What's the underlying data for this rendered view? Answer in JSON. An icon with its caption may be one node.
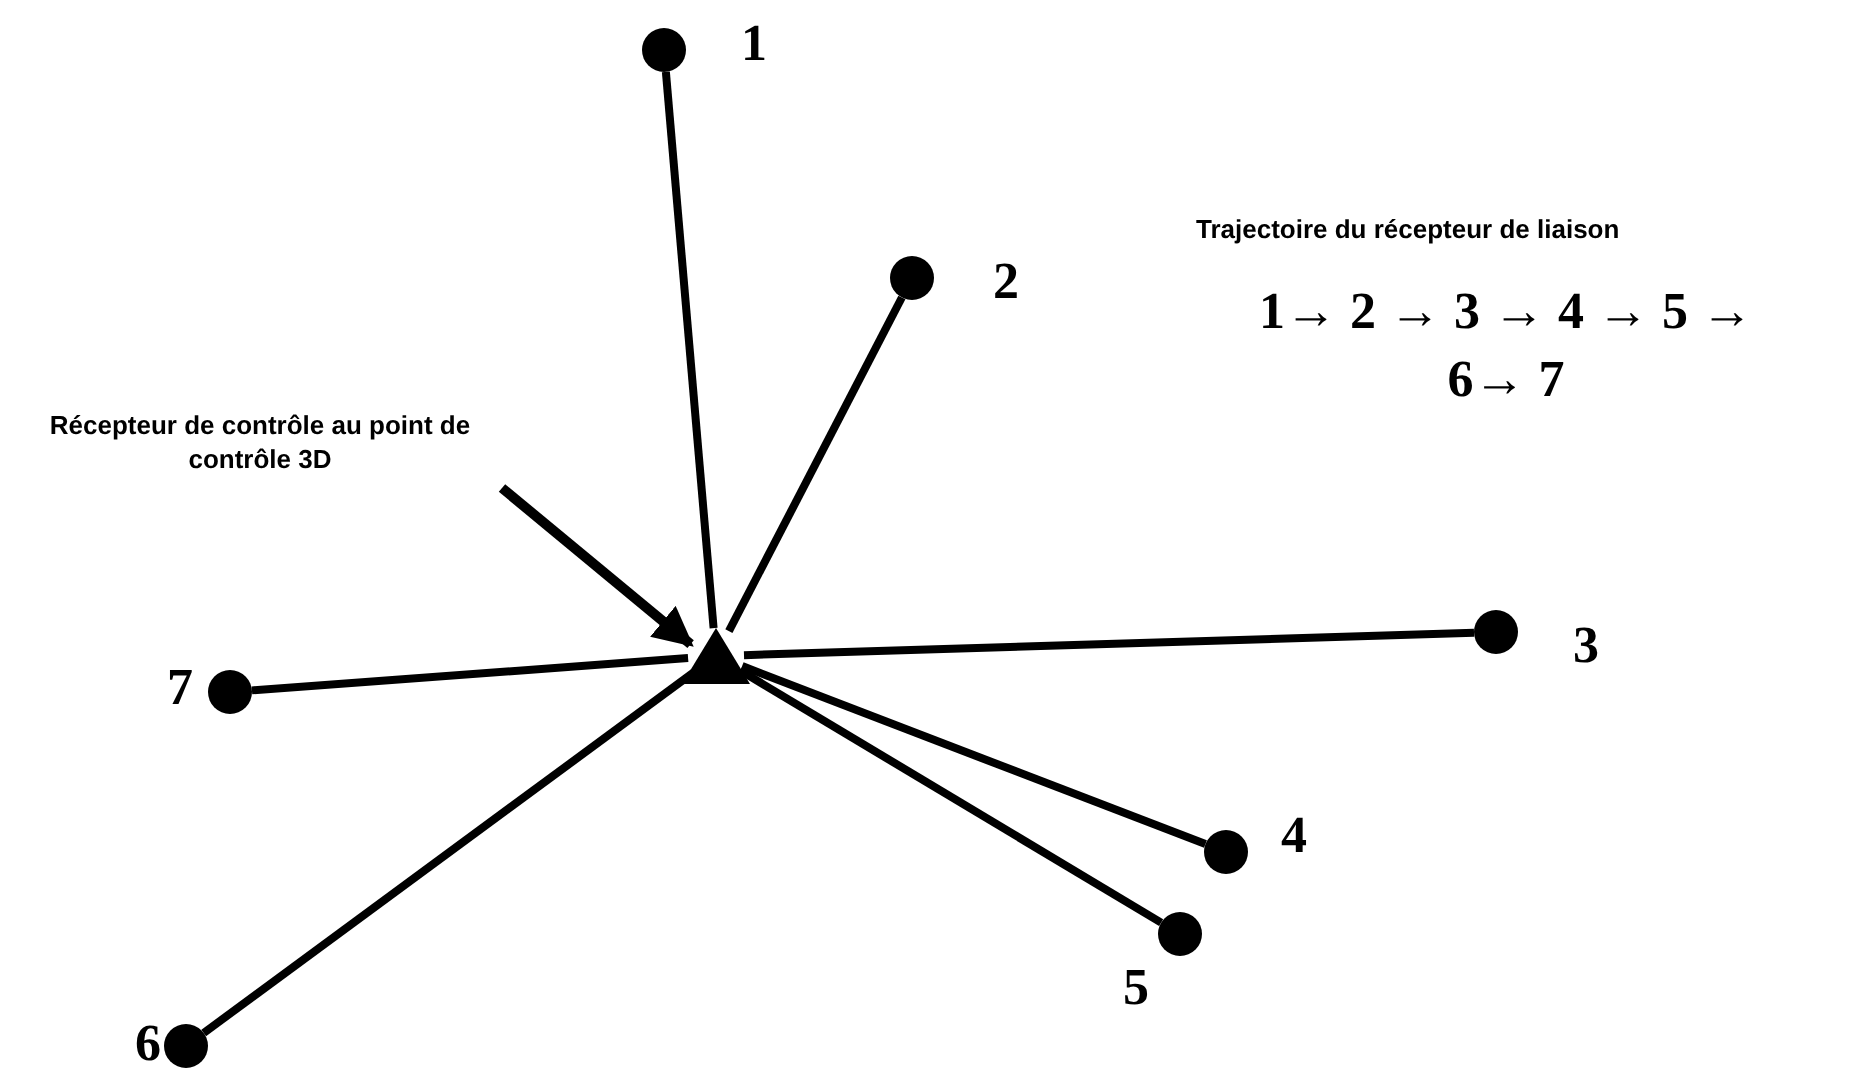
{
  "diagram": {
    "nodes": [
      {
        "text": [
          "Récepteur de contrôle au point de contrôle 3D"
        ]
      },
      {
        "text": [],
        "shape": "triangle"
      },
      {
        "text": [],
        "shape": "circle",
        "beside": [
          "1"
        ]
      },
      {
        "text": [],
        "shape": "circle",
        "beside": [
          "2"
        ]
      },
      {
        "text": [],
        "shape": "circle",
        "beside": [
          "3"
        ]
      },
      {
        "text": [],
        "shape": "circle",
        "beside": [
          "4"
        ]
      },
      {
        "text": [],
        "shape": "circle",
        "beside": [
          "5"
        ]
      },
      {
        "text": [],
        "shape": "circle",
        "beside": [
          "6"
        ]
      },
      {
        "text": [],
        "shape": "circle",
        "beside": [
          "7"
        ]
      }
    ],
    "edges": [
      {
        "from": 0,
        "to": 1,
        "arrow": "to"
      },
      {
        "from": 1,
        "to": 2,
        "arrow": "none"
      },
      {
        "from": 1,
        "to": 3,
        "arrow": "none"
      },
      {
        "from": 1,
        "to": 4,
        "arrow": "none"
      },
      {
        "from": 1,
        "to": 5,
        "arrow": "none"
      },
      {
        "from": 1,
        "to": 6,
        "arrow": "none"
      },
      {
        "from": 1,
        "to": 7,
        "arrow": "none"
      },
      {
        "from": 1,
        "to": 8,
        "arrow": "none"
      }
    ],
    "labels": [
      "Trajectoire du récepteur de liaison",
      "1→ 2 → 3 → 4 → 5 → 6→ 7"
    ]
  }
}
